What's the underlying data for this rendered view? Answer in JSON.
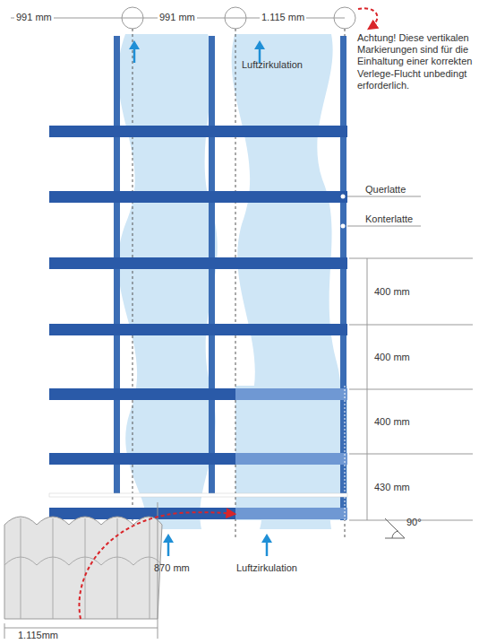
{
  "diagram": {
    "labels": [
      "991 mm",
      "991 mm",
      "1.115 mm",
      "Luftzirkulation",
      "Achtung! Diese vertikalen Markierungen sind für die Einhaltung einer korrekten Verlege-Flucht unbedingt erforderlich.",
      "Querlatte",
      "Konterlatte",
      "400 mm",
      "400 mm",
      "400 mm",
      "430 mm",
      "870 mm",
      "Luftzirkulation",
      "90°",
      "1.115mm"
    ]
  }
}
